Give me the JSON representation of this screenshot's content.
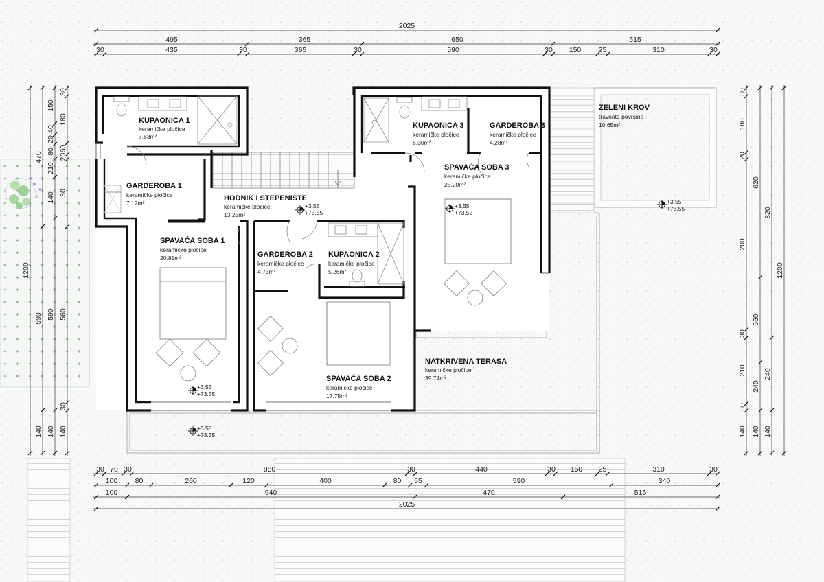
{
  "rooms": {
    "kupaonica1": {
      "name": "KUPAONICA 1",
      "material": "keramičke pločice",
      "area": "7.83m²"
    },
    "garderoba1": {
      "name": "GARDEROBA 1",
      "material": "keramičke pločice",
      "area": "7.12m²"
    },
    "hodnik": {
      "name": "HODNIK I STEPENIŠTE",
      "material": "keramičke pločice",
      "area": "13.25m²"
    },
    "spavaca1": {
      "name": "SPAVAĆA SOBA 1",
      "material": "keramičke pločice",
      "area": "20.81m²"
    },
    "garderoba2": {
      "name": "GARDEROBA 2",
      "material": "keramičke pločice",
      "area": "4.73m²"
    },
    "kupaonica2": {
      "name": "KUPAONICA 2",
      "material": "keramičke pločice",
      "area": "5.26m²"
    },
    "spavaca2": {
      "name": "SPAVAĆA SOBA 2",
      "material": "keramičke pločice",
      "area": "17.75m²"
    },
    "kupaonica3": {
      "name": "KUPAONICA 3",
      "material": "keramičke pločice",
      "area": "6.30m²"
    },
    "garderoba3": {
      "name": "GARDEROBA 3",
      "material": "keramičke pločice",
      "area": "4.28m²"
    },
    "spavaca3": {
      "name": "SPAVAĆA SOBA 3",
      "material": "keramičke pločice",
      "area": "25.20m²"
    },
    "terasa": {
      "name": "NATKRIVENA TERASA",
      "material": "keramičke pločice",
      "area": "39.74m²"
    },
    "krov": {
      "name": "ZELENI KROV",
      "material": "travnata površina",
      "area": "10.65m²"
    }
  },
  "levels": {
    "top": "+3.55",
    "bottom": "+73.55"
  },
  "dims": {
    "top_overall": [
      "2025"
    ],
    "top_row2": [
      "495",
      "365",
      "650",
      "515"
    ],
    "top_row3": [
      "30",
      "435",
      "30",
      "365",
      "30",
      "590",
      "30",
      "150",
      "25",
      "310",
      "30"
    ],
    "bottom_row1": [
      "30",
      "70",
      "30",
      "880",
      "30",
      "440",
      "30",
      "150",
      "25",
      "310",
      "30"
    ],
    "bottom_row2": [
      "100",
      "80",
      "260",
      "120",
      "400",
      "80",
      "55",
      "590",
      "340"
    ],
    "bottom_row3": [
      "100",
      "940",
      "470",
      "515"
    ],
    "bottom_overall": [
      "2025"
    ],
    "left_col1": [
      "1200"
    ],
    "left_col2": [
      "470",
      "590",
      "140"
    ],
    "left_col3": [
      "150",
      "40",
      "20",
      "80",
      "210",
      "140",
      "590",
      "140"
    ],
    "left_col4": [
      "30",
      "180",
      "60",
      "20",
      "30",
      "560",
      "30",
      "140"
    ],
    "right_col1": [
      "30",
      "180",
      "20",
      "200",
      "30",
      "210",
      "30",
      "140"
    ],
    "right_col2": [
      "620",
      "560",
      "240",
      "140"
    ],
    "right_col3": [
      "820",
      "240",
      "140"
    ],
    "right_col4": [
      "1200"
    ]
  }
}
